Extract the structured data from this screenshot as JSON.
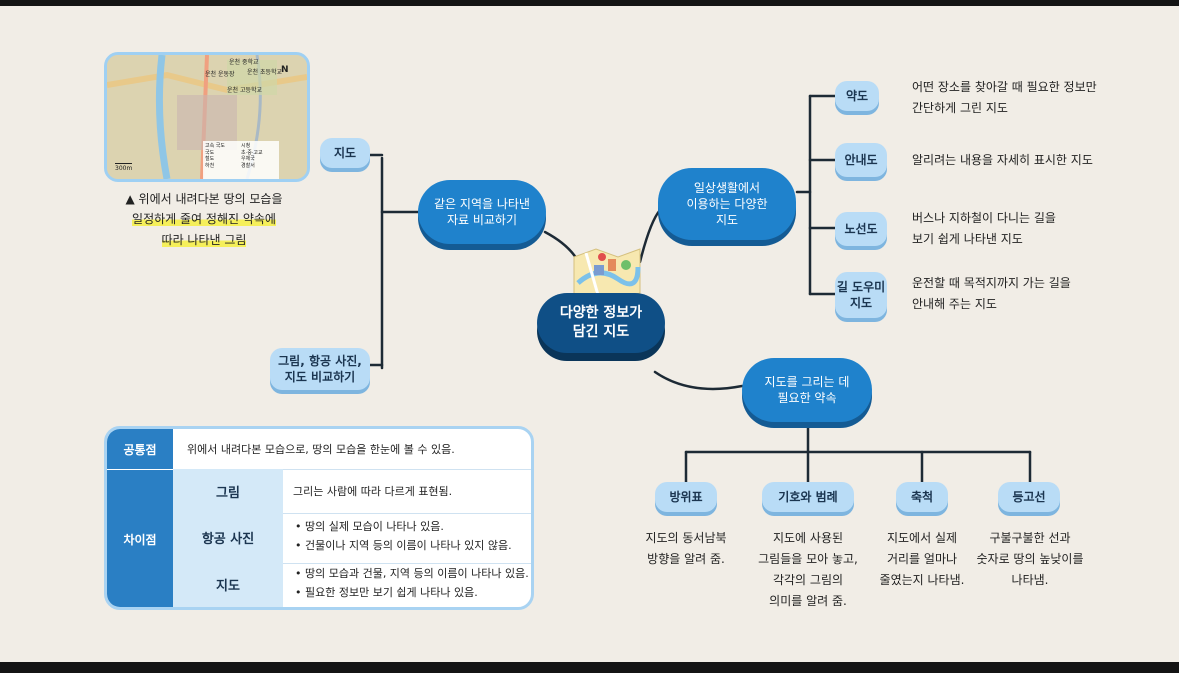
{
  "center": {
    "title": "다양한 정보가\n담긴 지도"
  },
  "left_branch": {
    "hub": "같은 지역을 나타낸\n자료 비교하기",
    "top_pill": "지도",
    "bottom_pill": "그림, 항공 사진,\n지도 비교하기",
    "map_caption_1": "▲ 위에서 내려다본 땅의 모습을",
    "map_caption_2": "일정하게 줄여 정해진 약속에",
    "map_caption_3": "따라 나타낸 그림"
  },
  "map_labels": {
    "school_1": "운천 중학교",
    "school_2": "운천 초등학교",
    "ground": "운천 운동장",
    "high": "운천 고등학교",
    "north": "N",
    "legend_1": "고속 국도",
    "legend_2": "국도",
    "legend_3": "철도",
    "legend_4": "하천",
    "legend_5": "시청",
    "legend_6": "초·중·고교",
    "legend_7": "우체국",
    "legend_8": "경찰서",
    "scale": "300m"
  },
  "right_branch": {
    "hub": "일상생활에서\n이용하는 다양한\n지도",
    "items": [
      {
        "label": "약도",
        "desc": "어떤 장소를 찾아갈 때 필요한 정보만\n간단하게 그린 지도"
      },
      {
        "label": "안내도",
        "desc": "알리려는 내용을 자세히 표시한 지도"
      },
      {
        "label": "노선도",
        "desc": "버스나 지하철이 다니는 길을\n보기 쉽게 나타낸 지도"
      },
      {
        "label": "길 도우미\n지도",
        "desc": "운전할 때 목적지까지 가는 길을\n안내해 주는 지도"
      }
    ]
  },
  "bottom_branch": {
    "hub": "지도를 그리는 데\n필요한 약속",
    "items": [
      {
        "label": "방위표",
        "desc": "지도의 동서남북\n방향을 알려 줌."
      },
      {
        "label": "기호와 범례",
        "desc": "지도에 사용된\n그림들을 모아 놓고,\n각각의 그림의\n의미를 알려 줌."
      },
      {
        "label": "축척",
        "desc": "지도에서 실제\n거리를 얼마나\n줄였는지 나타냄."
      },
      {
        "label": "등고선",
        "desc": "구불구불한 선과\n숫자로 땅의 높낮이를\n나타냄."
      }
    ]
  },
  "table": {
    "common_head": "공통점",
    "common_text": "위에서 내려다본 모습으로, 땅의 모습을 한눈에 볼 수 있음.",
    "diff_head": "차이점",
    "rows": [
      {
        "label": "그림",
        "text": "그리는 사람에 따라 다르게 표현됨."
      },
      {
        "label": "항공 사진",
        "text": "• 땅의 실제 모습이 나타나 있음.\n• 건물이나 지역 등의 이름이 나타나 있지 않음."
      },
      {
        "label": "지도",
        "text": "• 땅의 모습과 건물, 지역 등의 이름이 나타나 있음.\n• 필요한 정보만 보기 쉽게 나타나 있음."
      }
    ]
  },
  "colors": {
    "hub_blue": "#1f82cc",
    "center_navy": "#0f4f86",
    "pill_light": "#b9dcf6",
    "highlight": "#f5ef5a"
  }
}
